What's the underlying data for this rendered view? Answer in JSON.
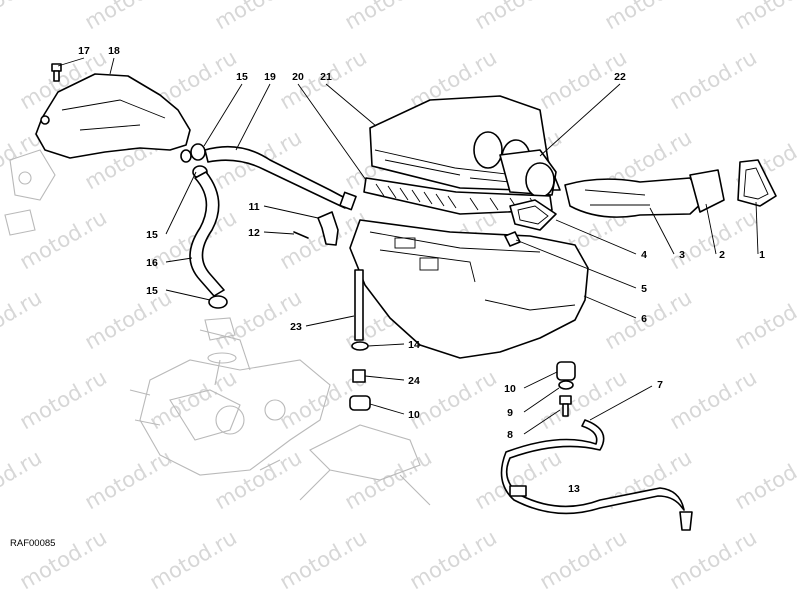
{
  "watermark": "motod.ru",
  "drawing_code": "RAF00085",
  "callouts": [
    {
      "id": "17",
      "label": "17"
    },
    {
      "id": "18",
      "label": "18"
    },
    {
      "id": "15a",
      "label": "15"
    },
    {
      "id": "19",
      "label": "19"
    },
    {
      "id": "20",
      "label": "20"
    },
    {
      "id": "21",
      "label": "21"
    },
    {
      "id": "22",
      "label": "22"
    },
    {
      "id": "15b",
      "label": "15"
    },
    {
      "id": "16",
      "label": "16"
    },
    {
      "id": "15c",
      "label": "15"
    },
    {
      "id": "11",
      "label": "11"
    },
    {
      "id": "12",
      "label": "12"
    },
    {
      "id": "23",
      "label": "23"
    },
    {
      "id": "14",
      "label": "14"
    },
    {
      "id": "24",
      "label": "24"
    },
    {
      "id": "10a",
      "label": "10"
    },
    {
      "id": "4",
      "label": "4"
    },
    {
      "id": "3",
      "label": "3"
    },
    {
      "id": "2",
      "label": "2"
    },
    {
      "id": "1",
      "label": "1"
    },
    {
      "id": "5",
      "label": "5"
    },
    {
      "id": "6",
      "label": "6"
    },
    {
      "id": "10b",
      "label": "10"
    },
    {
      "id": "9",
      "label": "9"
    },
    {
      "id": "8",
      "label": "8"
    },
    {
      "id": "7",
      "label": "7"
    },
    {
      "id": "13",
      "label": "13"
    }
  ]
}
